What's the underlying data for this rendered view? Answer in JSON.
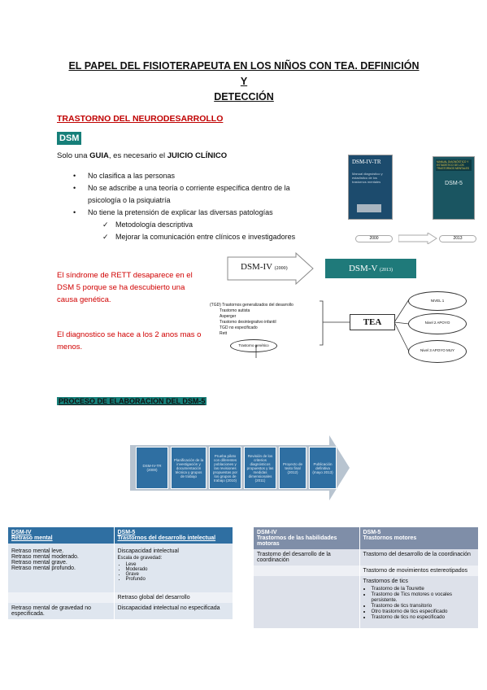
{
  "title": {
    "line1": "EL PAPEL DEL FISIOTERAPEUTA EN LOS NIÑOS CON TEA. DEFINICIÓN Y",
    "line2": "DETECCIÓN"
  },
  "section1": {
    "heading": "TRASTORNO DEL NEURODESARROLLO",
    "tag": "DSM"
  },
  "intro": {
    "pre": "Solo una ",
    "guia": "GUIA",
    "mid": ", es necesario el ",
    "juicio": "JUICIO CLÍNICO"
  },
  "bullets": [
    "No clasifica a las personas",
    "No se adscribe a una teoría o corriente específica dentro de la psicología o la psiquiatría",
    "No tiene la pretensión de explicar las diversas patologías"
  ],
  "checks": [
    "Metodología descriptiva",
    "Mejorar la comunicación entre clínicos e investigadores"
  ],
  "books": {
    "left_title": "DSM-IV-TR",
    "left_sub": "Manual diagnóstico y estadístico de los trastornos mentales",
    "right_title": "DSM-5",
    "right_sub": "MANUAL DIAGNÓSTICO Y ESTADÍSTICO DE LOS TRASTORNOS MENTALES",
    "year_left": "2000",
    "year_right": "2013"
  },
  "red_notes": {
    "rett": "El síndrome de RETT desaparece en el DSM 5 porque se ha descubierto una causa genética.",
    "diagnostico": "El diagnostico se hace a los 2 anos mas o menos."
  },
  "dsm_compare": {
    "iv": "DSM-IV",
    "iv_year": "(2000)",
    "v": "DSM-V",
    "v_year": "(2013)"
  },
  "tea_diagram": {
    "list_title": "(TGD) Trastornos generalizados del desarrollo",
    "list_items": [
      "Trastorno autista",
      "Asperger",
      "Trastorno desintegrativo infantil",
      "TGD no especificado",
      "Rett"
    ],
    "center": "TEA",
    "bottom_oval": "Trastorno genético",
    "ovals": [
      "NIVEL 1",
      "Nivel 2 APOYO",
      "Nivel 3 APOYO MUY"
    ]
  },
  "section2": {
    "heading": "PROCESO DE ELABORACION DEL DSM-5"
  },
  "process_steps": [
    "DSM-IV-TR (2000)",
    "Planificación de la investigación y documentación técnica y grupos de trabajo",
    "Prueba piloto con diferentes poblaciones y las revisiones propuestas por los grupos de trabajo (2010)",
    "Revisión de los criterios diagnósticos propuestos y las medidas dimensionales (2011)",
    "Proyecto de texto final (2012)",
    "Publicación definitiva (mayo 2013)"
  ],
  "table1": {
    "header": {
      "c1a": "DSM-IV",
      "c1b": "Retraso mental",
      "c2a": "DSM-5",
      "c2b": "Trastornos del desarrollo intelectual"
    },
    "row1": {
      "c1": [
        "Retraso mental leve.",
        "Retraso mental moderado.",
        "Retraso mental grave.",
        "Retraso mental profundo."
      ],
      "c2_title": "Discapacidad intelectual",
      "c2_sub": "Escala de gravedad:",
      "c2_items": [
        "Leve",
        "Moderado",
        "Grave",
        "Profundo"
      ]
    },
    "row2": {
      "c1": "",
      "c2": "Retraso global del desarrollo"
    },
    "row3": {
      "c1": "Retraso mental de gravedad no especificada.",
      "c2": "Discapacidad intelectual no especificada"
    }
  },
  "table2": {
    "header": {
      "c1a": "DSM-IV",
      "c1b": "Trastornos de las habilidades motoras",
      "c2a": "DSM-5",
      "c2b": "Trastornos motores"
    },
    "row1": {
      "c1": "Trastorno del desarrollo de la coordinación",
      "c2": "Trastorno del desarrollo de la coordinación"
    },
    "row2": {
      "c1": "",
      "c2": "Trastorno de movimientos estereotipados"
    },
    "row3": {
      "c1": "",
      "c2_title": "Trastornos de tics",
      "c2_items": [
        "Trastorno de la Tourette",
        "Trastorno de Tics motores o vocales persistente.",
        "Trastorno de tics transitorio",
        "Otro trastorno de tics especificado",
        "Trastorno de tics no especificado"
      ]
    }
  },
  "colors": {
    "teal": "#167f79",
    "red": "#c00000",
    "table_header": "#2f6fa2",
    "table2_header": "#7f8ea8"
  }
}
